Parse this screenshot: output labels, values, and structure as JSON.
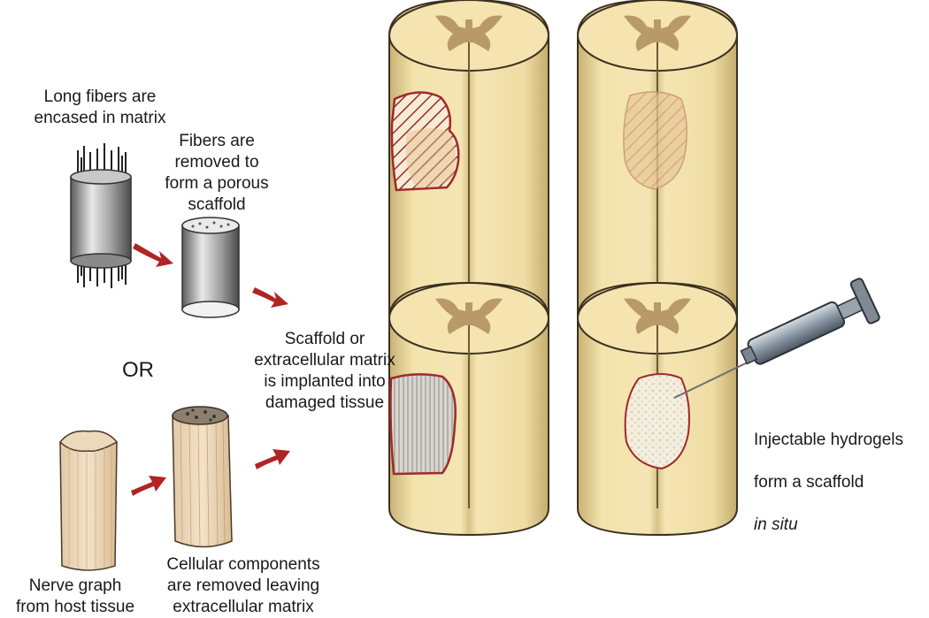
{
  "labels": {
    "long_fibers": "Long fibers are\nencased in matrix",
    "fibers_removed": "Fibers are\nremoved to\nform a porous\nscaffold",
    "or": "OR",
    "scaffold_implanted": "Scaffold or\nextracellular matrix\nis implanted into\ndamaged tissue",
    "nerve_graph": "Nerve graph\nfrom host tissue",
    "cellular_removed": "Cellular components\nare removed leaving\nextracellular matrix",
    "injectable_line1": "Injectable hydrogels",
    "injectable_line2": "form a scaffold",
    "injectable_line3": "in situ"
  },
  "colors": {
    "cord_fill": "#f0dfa6",
    "cord_top": "#f5e4b0",
    "gray_matter": "#b89a68",
    "lesion_red": "#9e2a2b",
    "arrow_red": "#b02424",
    "scaffold_gray": "#9a9a9a",
    "hydrogel": "#f4efe0",
    "syringe_barrel": "#8f9aa6"
  }
}
